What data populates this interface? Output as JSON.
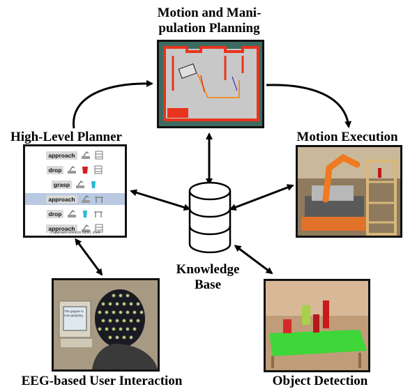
{
  "labels": {
    "motion_planning_line1": "Motion and Mani-",
    "motion_planning_line2": "pulation Planning",
    "high_level_planner": "High-Level Planner",
    "motion_execution": "Motion Execution",
    "knowledge_base_line1": "Knowledge",
    "knowledge_base_line2": "Base",
    "eeg_interaction": "EEG-based User Interaction",
    "object_detection": "Object Detection"
  },
  "planner": {
    "actions": [
      "approach",
      "drop",
      "grasp",
      "approach",
      "drop",
      "approach"
    ],
    "highlighted_index": 3,
    "caption": "1 approach omnirob table1 shelf"
  },
  "eeg_screen": {
    "text": "The gripper is now grasping"
  },
  "colors": {
    "arrow": "#000000",
    "panel_border": "#111111",
    "highlight": "#b9c9e2",
    "map_obstacle": "#e8341c",
    "map_free": "#c8c8c8",
    "map_background": "#3d6b62",
    "table_green": "#3fd63a"
  }
}
